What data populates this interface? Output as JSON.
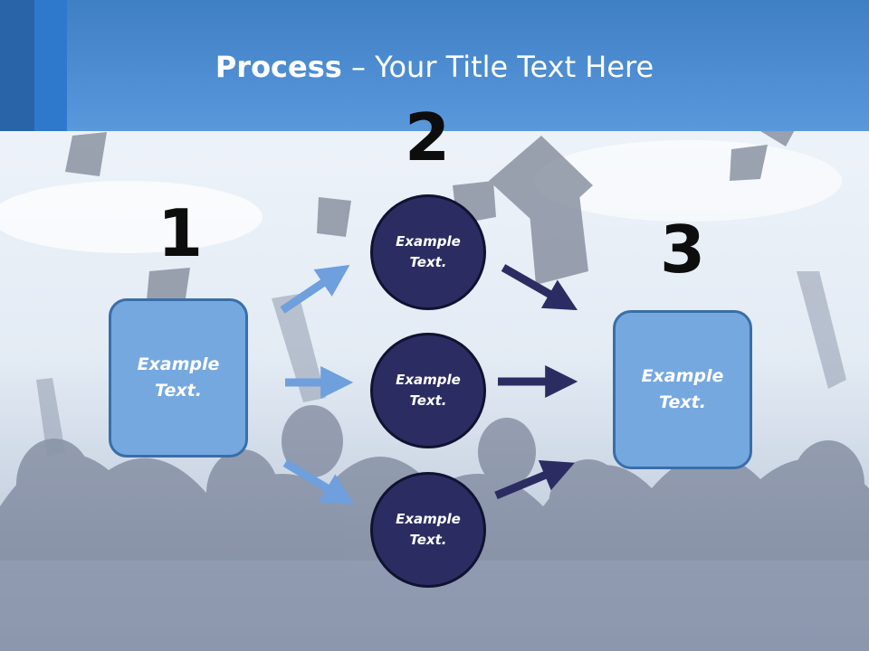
{
  "slide": {
    "title_strong": "Process",
    "title_rest": " – Your Title Text Here"
  },
  "steps": [
    {
      "number": "1",
      "label": "Example\nText."
    },
    {
      "number": "2",
      "labels": [
        "Example\nText.",
        "Example\nText.",
        "Example\nText."
      ]
    },
    {
      "number": "3",
      "label": "Example\nText."
    }
  ],
  "colors": {
    "header": "#4a8ad0",
    "box_fill": "#76a8e0",
    "circle_fill": "#2b2d62",
    "arrow_light": "#6f9fdc",
    "arrow_dark": "#2b2d62"
  }
}
